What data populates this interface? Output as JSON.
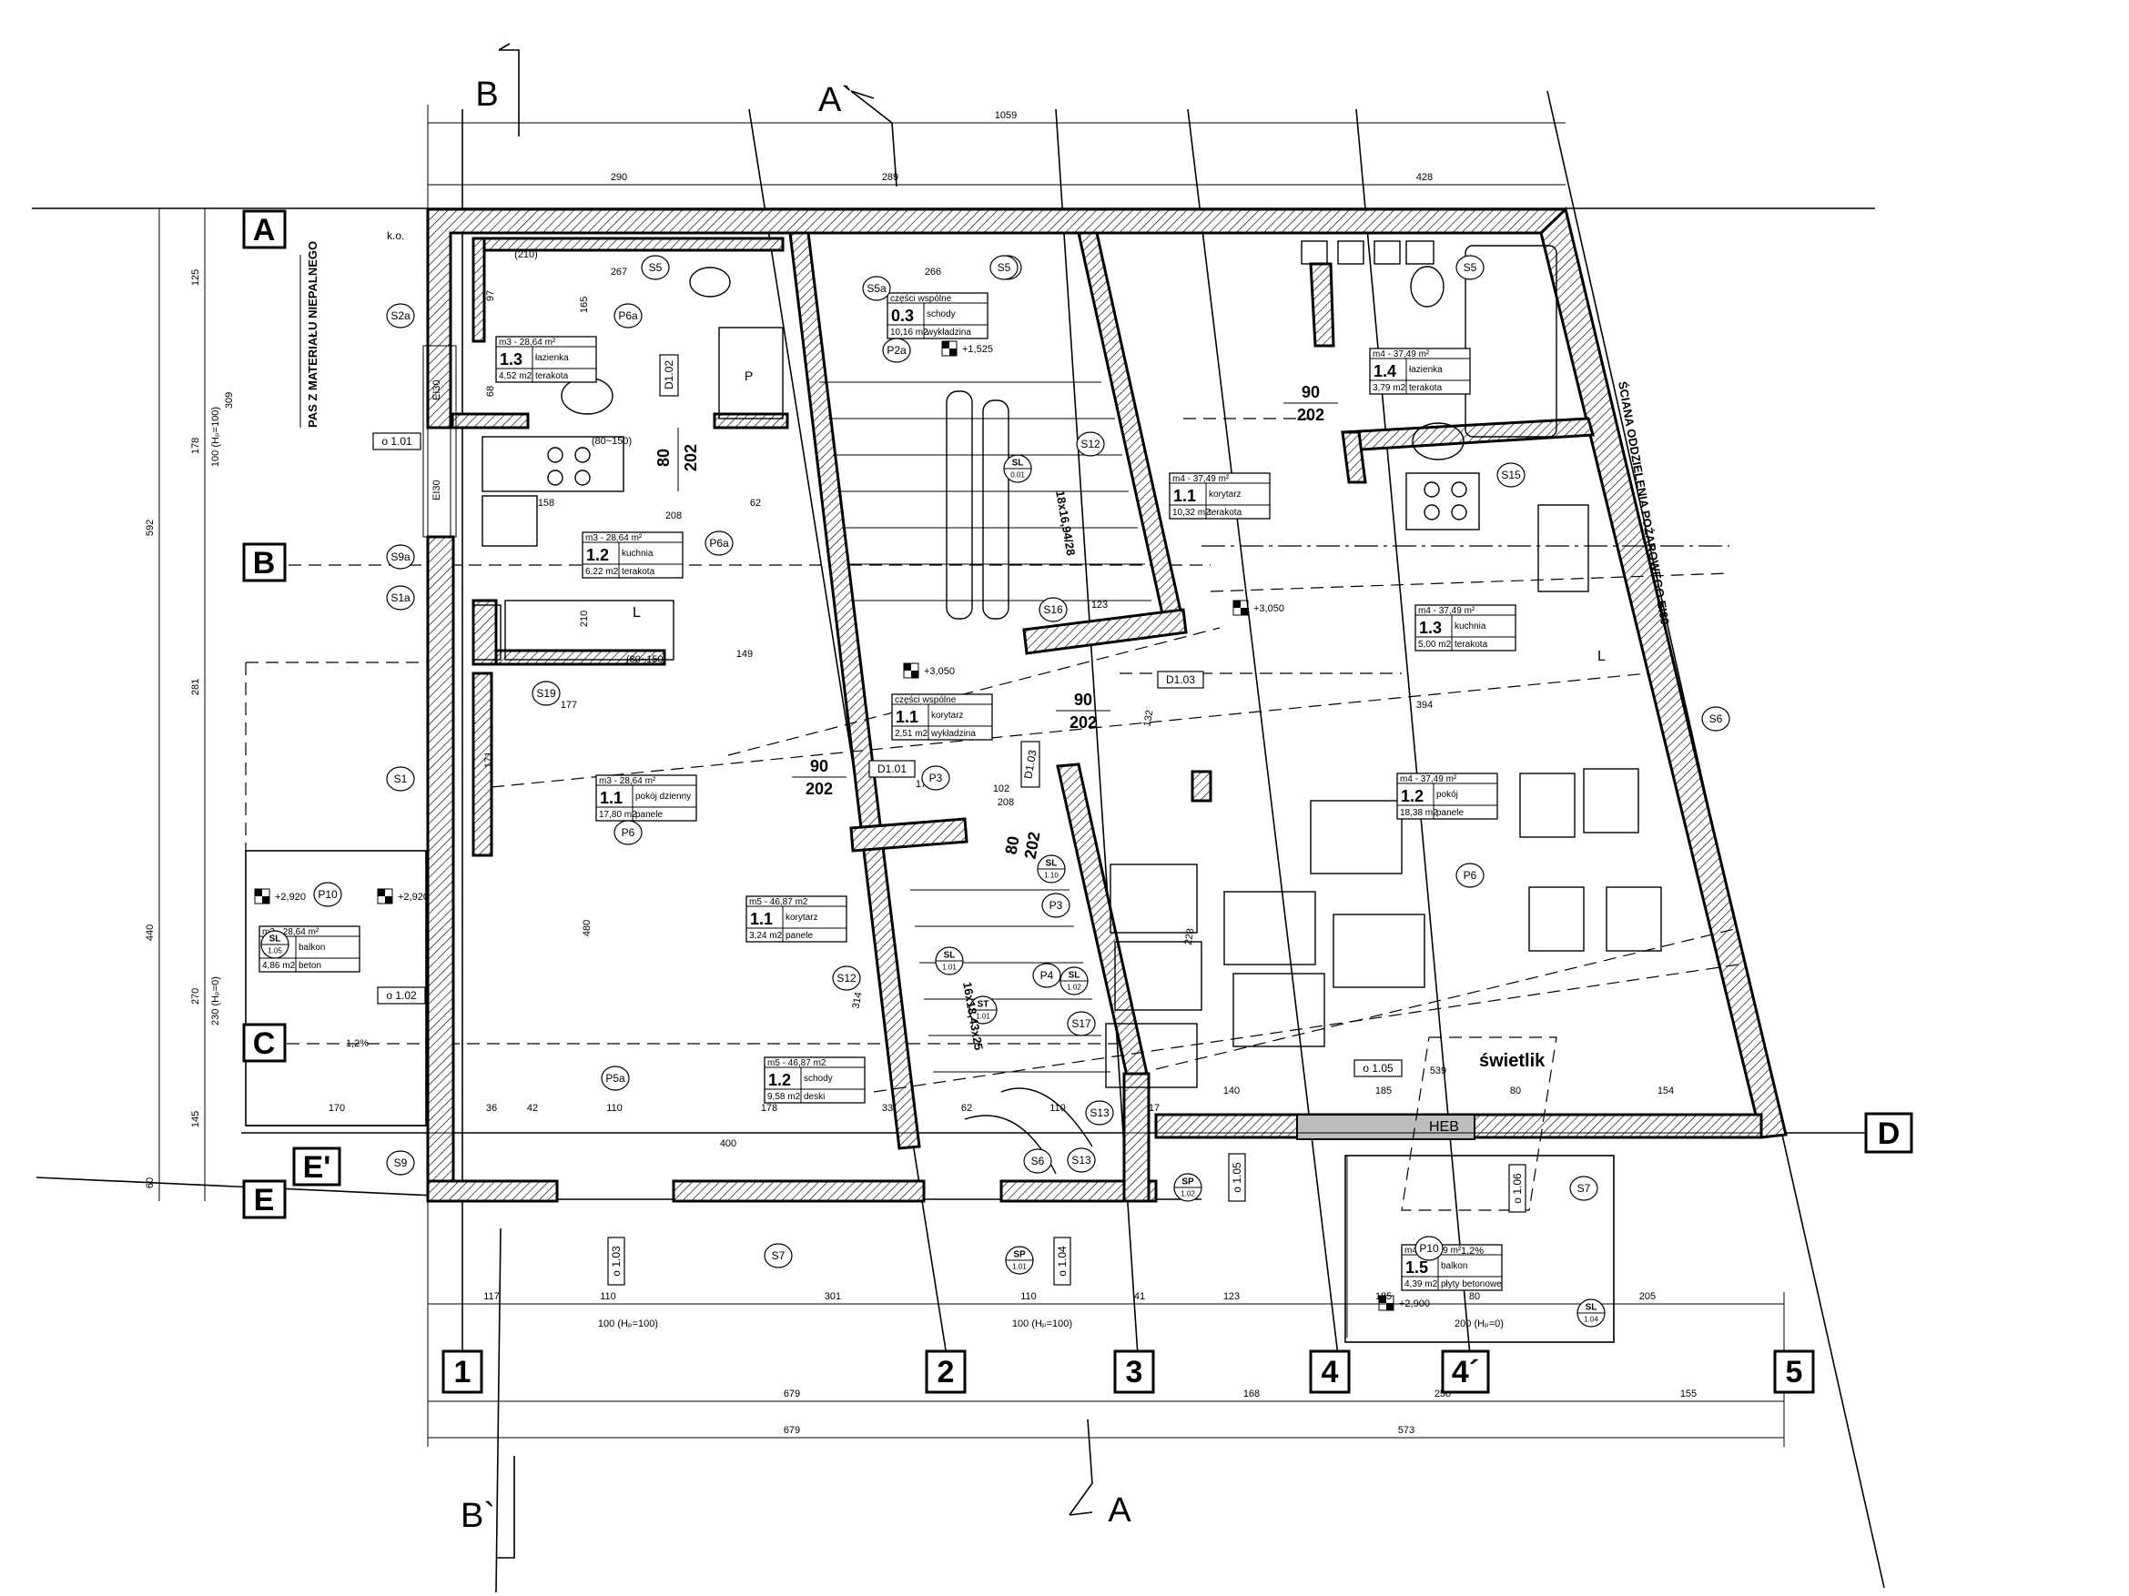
{
  "axes": {
    "rows": [
      "A",
      "B",
      "C",
      "D",
      "E",
      "E'"
    ],
    "cols": [
      "1",
      "2",
      "3",
      "4",
      "4´",
      "5"
    ]
  },
  "sections": {
    "b_top": "B",
    "a_prime_top": "A`",
    "b_prime_bottom": "B`",
    "a_bottom": "A"
  },
  "rooms": [
    {
      "unit": "m3 - 28,64 m²",
      "num": "1.3",
      "name": "łazienka",
      "area": "4,52 m2",
      "floor": "terakota"
    },
    {
      "unit": "m3 - 28,64 m²",
      "num": "1.2",
      "name": "kuchnia",
      "area": "6,22 m2",
      "floor": "terakota"
    },
    {
      "unit": "m3 - 28,64 m²",
      "num": "1.1",
      "name": "pokój dzienny",
      "area": "17,80 m2",
      "floor": "panele"
    },
    {
      "unit": "m3 - 28,64 m²",
      "num": "1.4",
      "name": "balkon",
      "area": "4,86 m2",
      "floor": "beton"
    },
    {
      "unit": "części wspólne",
      "num": "0.3",
      "name": "schody",
      "area": "10,16 m2",
      "floor": "wykładzina"
    },
    {
      "unit": "części wspólne",
      "num": "1.1",
      "name": "korytarz",
      "area": "2,51 m2",
      "floor": "wykładzina"
    },
    {
      "unit": "m5 - 46,87 m2",
      "num": "1.1",
      "name": "korytarz",
      "area": "3,24 m2",
      "floor": "panele"
    },
    {
      "unit": "m5 - 46,87 m2",
      "num": "1.2",
      "name": "schody",
      "area": "9,58 m2",
      "floor": "deski"
    },
    {
      "unit": "m4 - 37,49 m²",
      "num": "1.1",
      "name": "korytarz",
      "area": "10,32 m2",
      "floor": "terakota"
    },
    {
      "unit": "m4 - 37,49 m²",
      "num": "1.4",
      "name": "łazienka",
      "area": "3,79 m2",
      "floor": "terakota"
    },
    {
      "unit": "m4 - 37,49 m²",
      "num": "1.3",
      "name": "kuchnia",
      "area": "5,00 m2",
      "floor": "terakota"
    },
    {
      "unit": "m4 - 37,49 m²",
      "num": "1.2",
      "name": "pokój",
      "area": "18,38 m2",
      "floor": "panele"
    },
    {
      "unit": "m4 - 37,49 m²",
      "num": "1.5",
      "name": "balkon",
      "area": "4,39 m2",
      "floor": "płyty betonowe"
    }
  ],
  "dims": {
    "top_total": "1059",
    "top_parts": [
      "290",
      "289",
      "428"
    ],
    "left_outer": [
      "125",
      "178",
      "592",
      "281",
      "440",
      "270",
      "145",
      "60"
    ],
    "left_inner": [
      "309",
      "100 (Hₚ=100)",
      "230 (Hₚ=0)"
    ],
    "bottom_row1": [
      "117",
      "110",
      "301",
      "110",
      "41",
      "123",
      "185",
      "80",
      "205"
    ],
    "bottom_row1_sub": [
      "100 (Hₚ=100)",
      "100 (Hₚ=100)",
      "200 (Hₚ=0)"
    ],
    "bottom_row2": [
      "679",
      "168",
      "250",
      "155"
    ],
    "bottom_row3": [
      "679",
      "573"
    ],
    "row_d": [
      "170",
      "36",
      "42",
      "110",
      "178",
      "33",
      "62",
      "110",
      "17",
      "140",
      "185",
      "539",
      "80",
      "154",
      "400"
    ],
    "misc": [
      "267",
      "266",
      "158",
      "62",
      "208",
      "149",
      "177",
      "171",
      "102",
      "208",
      "394",
      "480",
      "314",
      "228",
      "132",
      "123",
      "171",
      "68",
      "97",
      "165",
      "210",
      "(210)",
      "(80~150)",
      "(80~150)"
    ]
  },
  "doors": [
    {
      "w": "80",
      "h": "202"
    },
    {
      "w": "90",
      "h": "202"
    },
    {
      "w": "90",
      "h": "202"
    },
    {
      "w": "90",
      "h": "202"
    },
    {
      "w": "80",
      "h": "202"
    }
  ],
  "door_tags": [
    "D1.02",
    "D1.01",
    "D1.03",
    "D1.03"
  ],
  "window_tags": [
    "o 1.01",
    "o 1.02",
    "o 1.03",
    "o 1.04",
    "o 1.05",
    "o 1.06",
    "o 1.05"
  ],
  "wall_tags": [
    "S2a",
    "S5",
    "S5",
    "S5",
    "S5a",
    "S5",
    "S12",
    "S12",
    "S9a",
    "S1a",
    "S19",
    "S1",
    "S6",
    "S13",
    "S13",
    "S17",
    "S7",
    "S7",
    "S9",
    "S15",
    "S16",
    "S6"
  ],
  "floor_tags": [
    "P6a",
    "P6a",
    "P2a",
    "P3",
    "P6",
    "P6",
    "P5a",
    "P4",
    "P3",
    "P10",
    "P10"
  ],
  "special_tags": [
    "SL 0.01",
    "SL 1.10",
    "SL 1.01",
    "SL 1.02",
    "ST 1.01",
    "SL 1.05",
    "SL 1.04",
    "SP 1.01",
    "SP 1.02"
  ],
  "levels": [
    "+1,525",
    "+3,050",
    "+3,050",
    "+2,920",
    "+2,920",
    "+2,900"
  ],
  "stairs": [
    "18x16,94/28",
    "16x18,43x25"
  ],
  "labels": {
    "pas": "PAS Z MATERIAŁU NIEPALNEGO",
    "sciana": "ŚCIANA ODDZIELENIA POŻAROWEGO EI60",
    "swietlik": "świetlik",
    "heb": "HEB",
    "ko": "k.o.",
    "ei30a": "EI30",
    "ei30b": "EI30",
    "slope1": "1,2%",
    "slope2": "1,2%",
    "l1": "L",
    "l2": "L",
    "p": "P"
  }
}
